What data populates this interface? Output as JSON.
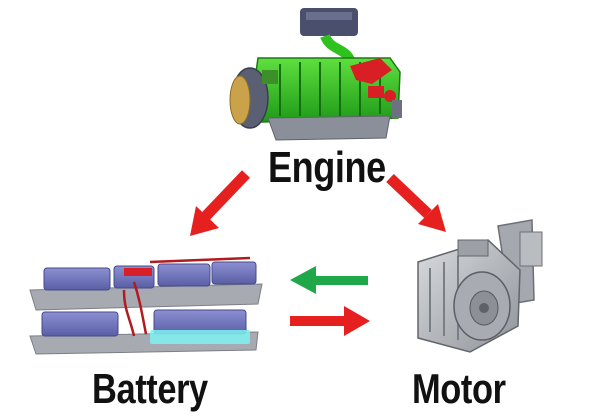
{
  "labels": {
    "engine": "Engine",
    "battery": "Battery",
    "motor": "Motor"
  },
  "colors": {
    "engine_body": "#2fc21f",
    "engine_red": "#d81f26",
    "engine_gray": "#8a8f99",
    "engine_cover": "#4a4f6e",
    "battery_cell": "#6d72b8",
    "battery_tray": "#a8aab2",
    "battery_cyan": "#7ff2f0",
    "motor_gray": "#b9bcc1",
    "arrow_red": "#e5201f",
    "arrow_green": "#1fa84a"
  },
  "icons": {
    "engine": "engine-illustration",
    "battery": "battery-pack-illustration",
    "motor": "electric-motor-illustration"
  }
}
